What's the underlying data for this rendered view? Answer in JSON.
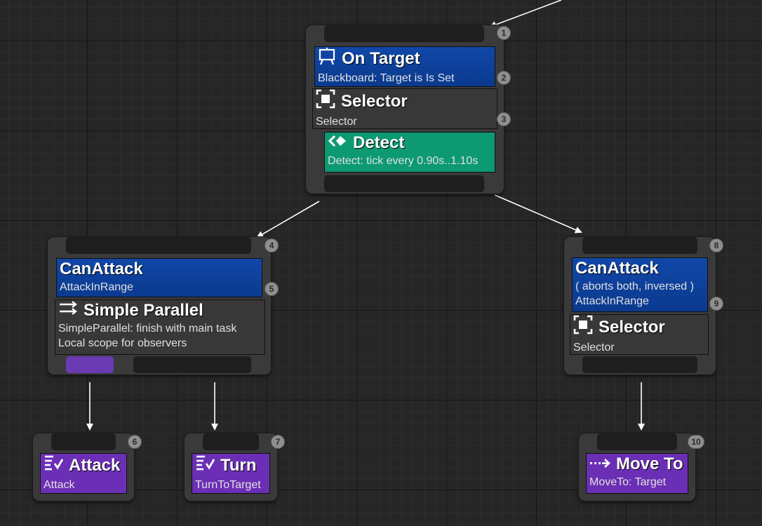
{
  "colors": {
    "decorator": "#0a3a8e",
    "composite": "#383838",
    "service": "#0d9a73",
    "task": "#6b2fb5",
    "node_body": "#3a3a3a",
    "wire": "#ffffff"
  },
  "nodes": {
    "root": {
      "decorator": {
        "title": "On Target",
        "subtitle": "Blackboard: Target is Is Set",
        "icon": "blackboard-icon"
      },
      "composite": {
        "title": "Selector",
        "subtitle": "Selector",
        "icon": "selector-icon"
      },
      "service": {
        "title": "Detect",
        "subtitle": "Detect: tick every 0.90s..1.10s",
        "icon": "service-icon"
      },
      "badges": [
        "1",
        "2",
        "3"
      ]
    },
    "left": {
      "decorator": {
        "title": "CanAttack",
        "subtitle": "AttackInRange"
      },
      "composite": {
        "title": "Simple Parallel",
        "subtitle": "SimpleParallel: finish with main task",
        "subtitle2": "Local scope for observers",
        "icon": "parallel-icon"
      },
      "badges": [
        "4",
        "5"
      ]
    },
    "right": {
      "decorator": {
        "title": "CanAttack",
        "subtitle": "( aborts both, inversed )",
        "subtitle2": "AttackInRange"
      },
      "composite": {
        "title": "Selector",
        "subtitle": "Selector",
        "icon": "selector-icon"
      },
      "badges": [
        "8",
        "9"
      ]
    },
    "attack": {
      "title": "Attack",
      "subtitle": "Attack",
      "badge": "6",
      "icon": "task-icon"
    },
    "turn": {
      "title": "Turn",
      "subtitle": "TurnToTarget",
      "badge": "7",
      "icon": "task-icon"
    },
    "moveto": {
      "title": "Move To",
      "subtitle": "MoveTo: Target",
      "badge": "10",
      "icon": "move-icon"
    }
  }
}
